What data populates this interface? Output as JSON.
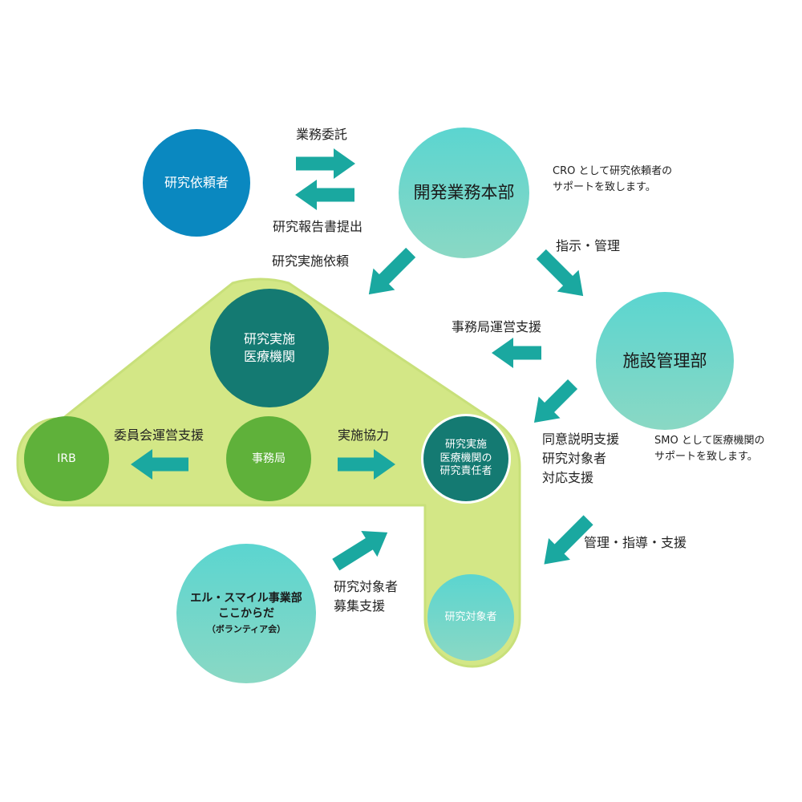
{
  "nodes": {
    "sponsor": "研究依頼者",
    "development": "開発業務本部",
    "facility_mgmt": "施設管理部",
    "institution": [
      "研究実施",
      "医療機関"
    ],
    "irb": "IRB",
    "secretariat": "事務局",
    "investigator": [
      "研究実施",
      "医療機関の",
      "研究責任者"
    ],
    "subjects": "研究対象者",
    "volunteer": [
      "エル・スマイル事業部",
      "ここからだ",
      "（ボランティア会）"
    ]
  },
  "labels": {
    "commission": "業務委託",
    "report": "研究報告書提出",
    "study_request": "研究実施依頼",
    "instruction": "指示・管理",
    "office_support": "事務局運営支援",
    "consent_support": [
      "同意説明支援",
      "研究対象者",
      "対応支援"
    ],
    "committee_support": "委員会運営支援",
    "cooperation": "実施協力",
    "guidance": "管理・指導・支援",
    "recruitment": [
      "研究対象者",
      "募集支援"
    ]
  },
  "notes": {
    "cro": [
      "CRO として研究依頼者の",
      "サポートを致します。"
    ],
    "smo": [
      "SMO として医療機関の",
      "サポートを致します。"
    ]
  },
  "colors": {
    "sponsor": "#0a88c0",
    "teal_top": "#5bd5d0",
    "teal_bottom": "#8ad8c4",
    "dark_teal": "#147a72",
    "green": "#5fb13a",
    "region_fill": "#d3e786",
    "region_stroke": "#c8e07a",
    "arrow": "#1aa8a0"
  }
}
